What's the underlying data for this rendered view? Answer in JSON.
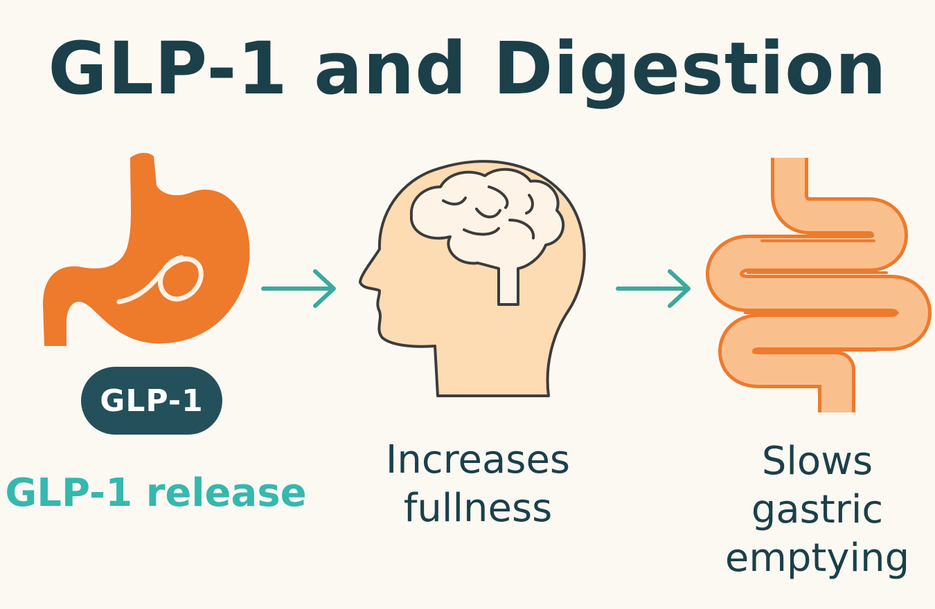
{
  "title": "GLP-1 and Digestion",
  "badge": "GLP-1",
  "steps": [
    {
      "icon": "stomach-icon",
      "label": "GLP-1 release"
    },
    {
      "icon": "brain-head-icon",
      "lines": [
        "Increases",
        "fullness"
      ]
    },
    {
      "icon": "intestine-icon",
      "lines": [
        "Slows",
        "gastric",
        "emptying"
      ]
    }
  ],
  "colors": {
    "background": "#fcf9f3",
    "title": "#1b4049",
    "stomach": "#ee7a2c",
    "arrow": "#3aa99c",
    "release_text": "#35b8ad",
    "badge": "#23505b",
    "head_fill": "#fddcb3",
    "intestine_fill": "#f9c08e"
  }
}
